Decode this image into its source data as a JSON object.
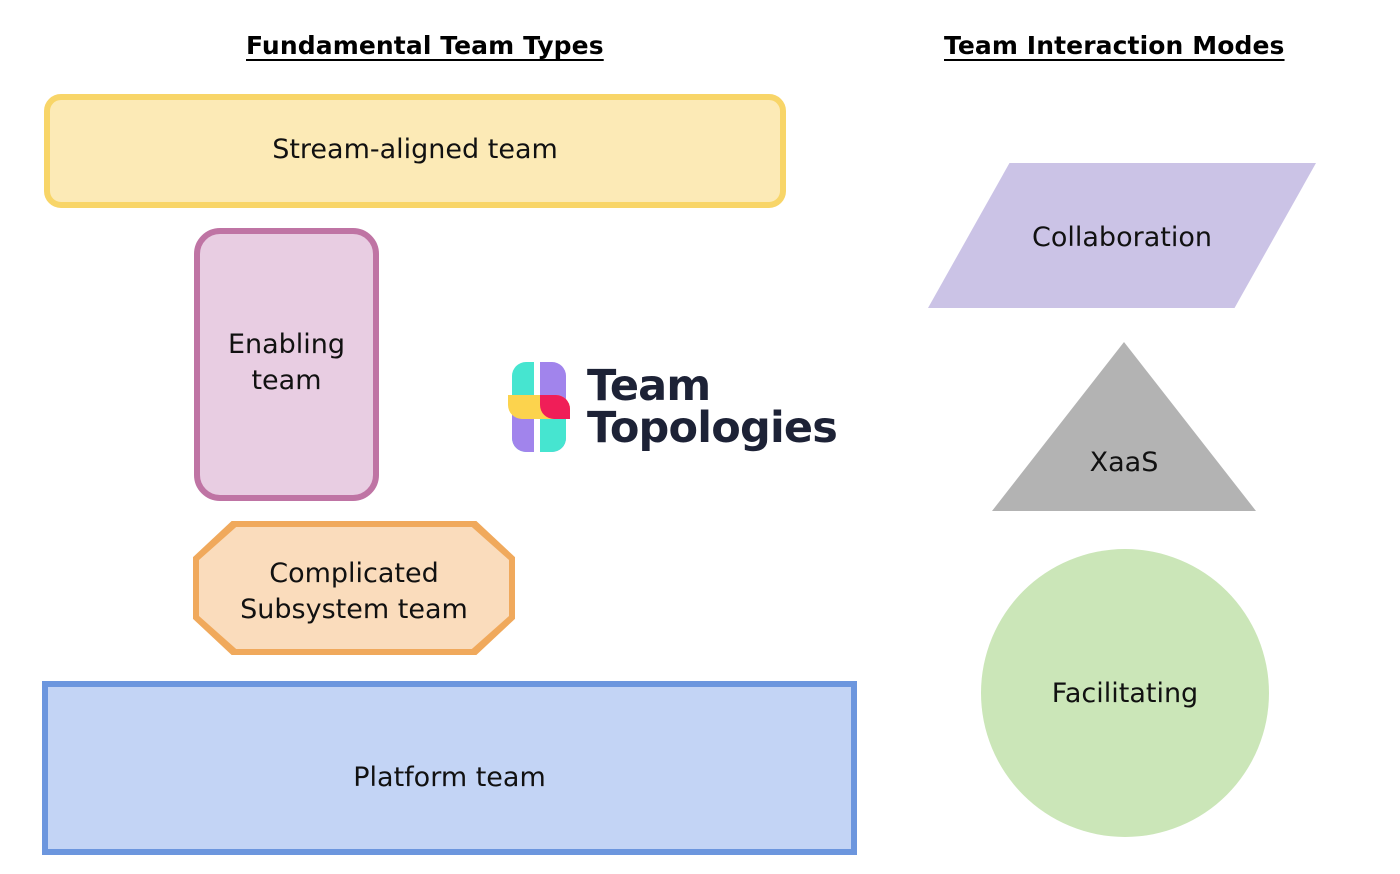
{
  "diagram": {
    "title": "Team Topologies",
    "background_color": "#ffffff",
    "columns": {
      "left": {
        "heading": "Fundamental Team Types"
      },
      "right": {
        "heading": "Team Interaction Modes"
      }
    }
  },
  "fundamental_team_types": [
    {
      "label": "Stream-aligned team",
      "shape": "rounded-rectangle",
      "fill": "#fceab6",
      "stroke": "#f8d568"
    },
    {
      "label": "Enabling\nteam",
      "shape": "rounded-rectangle-tall",
      "fill": "#e8cde2",
      "stroke": "#bf74a4"
    },
    {
      "label": "Complicated\nSubsystem team",
      "shape": "octagon",
      "fill": "#fadcbc",
      "stroke": "#f0a95c"
    },
    {
      "label": "Platform team",
      "shape": "rectangle",
      "fill": "#c3d4f5",
      "stroke": "#6c96de"
    }
  ],
  "team_interaction_modes": [
    {
      "label": "Collaboration",
      "shape": "parallelogram",
      "fill": "#cbc3e6",
      "stroke": "none"
    },
    {
      "label": "XaaS",
      "shape": "triangle",
      "fill": "#b3b3b3",
      "stroke": "none"
    },
    {
      "label": "Facilitating",
      "shape": "circle",
      "fill": "#cbe6b8",
      "stroke": "none"
    }
  ],
  "logo": {
    "wordmark": "Team\nTopologies",
    "wordmark_color": "#1d2236",
    "mark_colors": {
      "teal": "#46e5d0",
      "purple": "#a184ec",
      "yellow": "#fcd34d",
      "pink": "#f01e58"
    }
  }
}
